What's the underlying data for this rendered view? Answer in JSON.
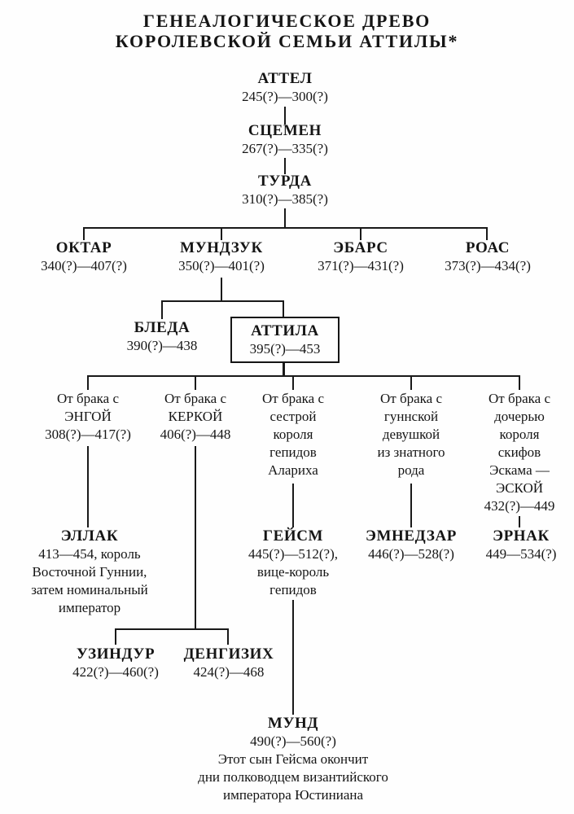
{
  "title": {
    "line1": "ГЕНЕАЛОГИЧЕСКОЕ ДРЕВО",
    "line2": "КОРОЛЕВСКОЙ СЕМЬИ АТТИЛЫ*"
  },
  "tree": {
    "attel": {
      "name": "АТТЕЛ",
      "dates": "245(?)—300(?)"
    },
    "scemen": {
      "name": "СЦЕМЕН",
      "dates": "267(?)—335(?)"
    },
    "turda": {
      "name": "ТУРДА",
      "dates": "310(?)—385(?)"
    },
    "oktar": {
      "name": "ОКТАР",
      "dates": "340(?)—407(?)"
    },
    "mundzuk": {
      "name": "МУНДЗУК",
      "dates": "350(?)—401(?)"
    },
    "ebars": {
      "name": "ЭБАРС",
      "dates": "371(?)—431(?)"
    },
    "roas": {
      "name": "РОАС",
      "dates": "373(?)—434(?)"
    },
    "bleda": {
      "name": "БЛЕДА",
      "dates": "390(?)—438"
    },
    "attila": {
      "name": "АТТИЛА",
      "dates": "395(?)—453"
    },
    "ellak": {
      "name": "ЭЛЛАК",
      "desc_lines": [
        "413—454, король",
        "Восточной Гуннии,",
        "затем номинальный",
        "император"
      ]
    },
    "geism": {
      "name": "ГЕЙСМ",
      "desc_lines": [
        "445(?)—512(?),",
        "вице-король",
        "гепидов"
      ]
    },
    "emnedzar": {
      "name": "ЭМНЕДЗАР",
      "dates": "446(?)—528(?)"
    },
    "ernak": {
      "name": "ЭРНАК",
      "dates": "449—534(?)"
    },
    "uzindur": {
      "name": "УЗИНДУР",
      "dates": "422(?)—460(?)"
    },
    "dengizih": {
      "name": "ДЕНГИЗИХ",
      "dates": "424(?)—468"
    },
    "mund": {
      "name": "МУНД",
      "dates": "490(?)—560(?)",
      "note_lines": [
        "Этот сын Гейсма окончит",
        "дни полководцем византийского",
        "императора Юстиниана"
      ]
    }
  },
  "marriages": {
    "m1": {
      "lines": [
        "От брака с",
        "ЭНГОЙ",
        "308(?)—417(?)"
      ]
    },
    "m2": {
      "lines": [
        "От брака с",
        "КЕРКОЙ",
        "406(?)—448"
      ]
    },
    "m3": {
      "lines": [
        "От брака с",
        "сестрой",
        "короля",
        "гепидов",
        "Алариха"
      ]
    },
    "m4": {
      "lines": [
        "От брака с",
        "гуннской",
        "девушкой",
        "из знатного",
        "рода"
      ]
    },
    "m5": {
      "lines": [
        "От брака с",
        "дочерью",
        "короля",
        "скифов",
        "Эскама —",
        "ЭСКОЙ",
        "432(?)—449"
      ]
    }
  }
}
